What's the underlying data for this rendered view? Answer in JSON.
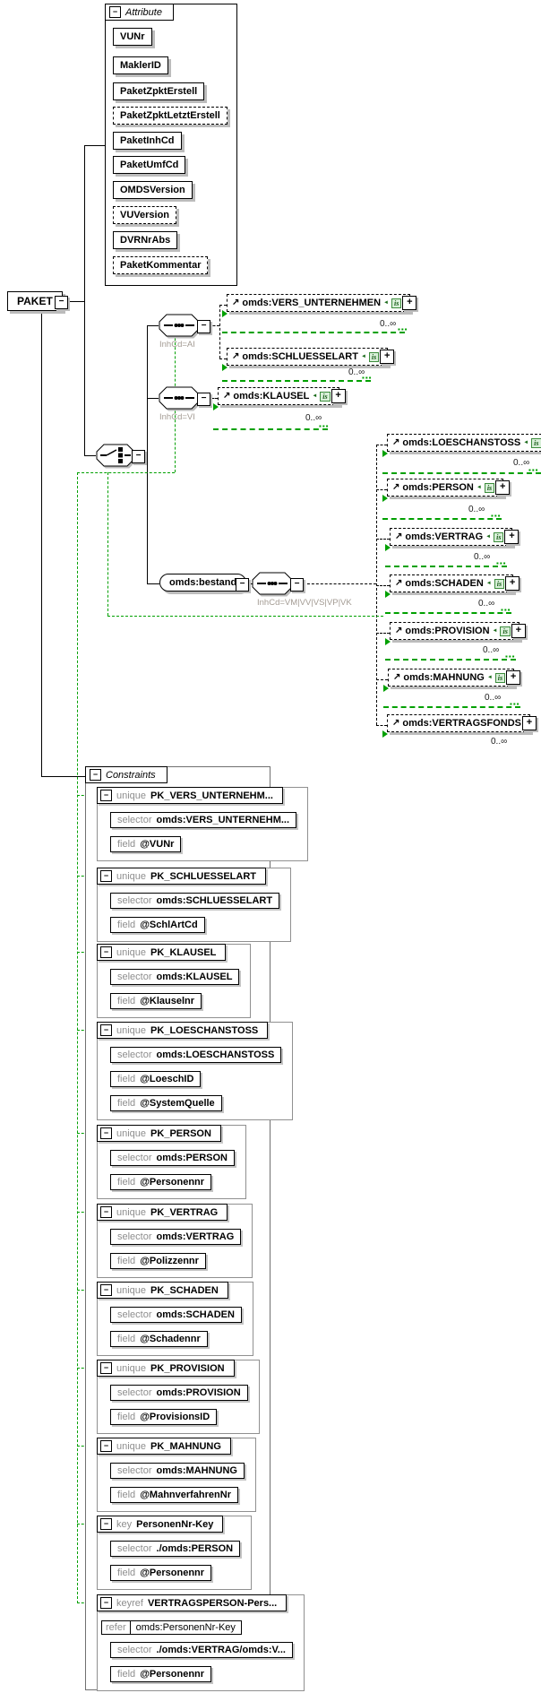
{
  "diagram": {
    "root_label": "PAKET",
    "occurrence": "0..∞",
    "attributes_header": "Attribute",
    "attributes": [
      {
        "label": "VUNr",
        "required": true
      },
      {
        "label": "MaklerID",
        "required": true
      },
      {
        "label": "PaketZpktErstell",
        "required": true
      },
      {
        "label": "PaketZpktLetztErstell",
        "required": false
      },
      {
        "label": "PaketInhCd",
        "required": true
      },
      {
        "label": "PaketUmfCd",
        "required": true
      },
      {
        "label": "OMDSVersion",
        "required": true
      },
      {
        "label": "VUVersion",
        "required": false
      },
      {
        "label": "DVRNrAbs",
        "required": true
      },
      {
        "label": "PaketKommentar",
        "required": false
      }
    ],
    "compositor_labels": {
      "sequence_ai": "InhCd=AI",
      "sequence_vi": "InhCd=VI",
      "sequence_bestand": "InhCd=VM|VV|VS|VP|VK"
    },
    "bestand_label": "omds:bestand",
    "elements": [
      {
        "label": "omds:VERS_UNTERNEHMEN",
        "is_badge": true
      },
      {
        "label": "omds:SCHLUESSELART",
        "is_badge": true
      },
      {
        "label": "omds:KLAUSEL",
        "is_badge": true
      },
      {
        "label": "omds:LOESCHANSTOSS",
        "is_badge": true
      },
      {
        "label": "omds:PERSON",
        "is_badge": true
      },
      {
        "label": "omds:VERTRAG",
        "is_badge": true
      },
      {
        "label": "omds:SCHADEN",
        "is_badge": true
      },
      {
        "label": "omds:PROVISION",
        "is_badge": true
      },
      {
        "label": "omds:MAHNUNG",
        "is_badge": true
      },
      {
        "label": "omds:VERTRAGSFONDS",
        "is_badge": false
      }
    ],
    "constraints_header": "Constraints",
    "labels": {
      "selector": "selector",
      "field": "field",
      "refer": "refer"
    },
    "constraints": [
      {
        "kind": "unique",
        "name": "PK_VERS_UNTERNEHM...",
        "selector": "omds:VERS_UNTERNEHM...",
        "fields": [
          "@VUNr"
        ]
      },
      {
        "kind": "unique",
        "name": "PK_SCHLUESSELART",
        "selector": "omds:SCHLUESSELART",
        "fields": [
          "@SchlArtCd"
        ]
      },
      {
        "kind": "unique",
        "name": "PK_KLAUSEL",
        "selector": "omds:KLAUSEL",
        "fields": [
          "@Klauselnr"
        ]
      },
      {
        "kind": "unique",
        "name": "PK_LOESCHANSTOSS",
        "selector": "omds:LOESCHANSTOSS",
        "fields": [
          "@LoeschID",
          "@SystemQuelle"
        ]
      },
      {
        "kind": "unique",
        "name": "PK_PERSON",
        "selector": "omds:PERSON",
        "fields": [
          "@Personennr"
        ]
      },
      {
        "kind": "unique",
        "name": "PK_VERTRAG",
        "selector": "omds:VERTRAG",
        "fields": [
          "@Polizzennr"
        ]
      },
      {
        "kind": "unique",
        "name": "PK_SCHADEN",
        "selector": "omds:SCHADEN",
        "fields": [
          "@Schadennr"
        ]
      },
      {
        "kind": "unique",
        "name": "PK_PROVISION",
        "selector": "omds:PROVISION",
        "fields": [
          "@ProvisionsID"
        ]
      },
      {
        "kind": "unique",
        "name": "PK_MAHNUNG",
        "selector": "omds:MAHNUNG",
        "fields": [
          "@MahnverfahrenNr"
        ]
      },
      {
        "kind": "key",
        "name": "PersonenNr-Key",
        "selector": "./omds:PERSON",
        "fields": [
          "@Personennr"
        ]
      },
      {
        "kind": "keyref",
        "name": "VERTRAGSPERSON-Pers...",
        "refer": "omds:PersonenNr-Key",
        "selector": "./omds:VERTRAG/omds:V...",
        "fields": [
          "@Personennr"
        ]
      }
    ],
    "icons": {
      "collapse": "−",
      "expand": "+",
      "reference_arrow": "↗",
      "is_badge": "is",
      "badge_arrow": "◄",
      "green_dots": "▪▪▪"
    },
    "colors": {
      "green": "#00a000",
      "shadow": "#bcbcbc",
      "muted_label": "#a39b93",
      "keyword_gray": "#8e8e8e"
    }
  }
}
